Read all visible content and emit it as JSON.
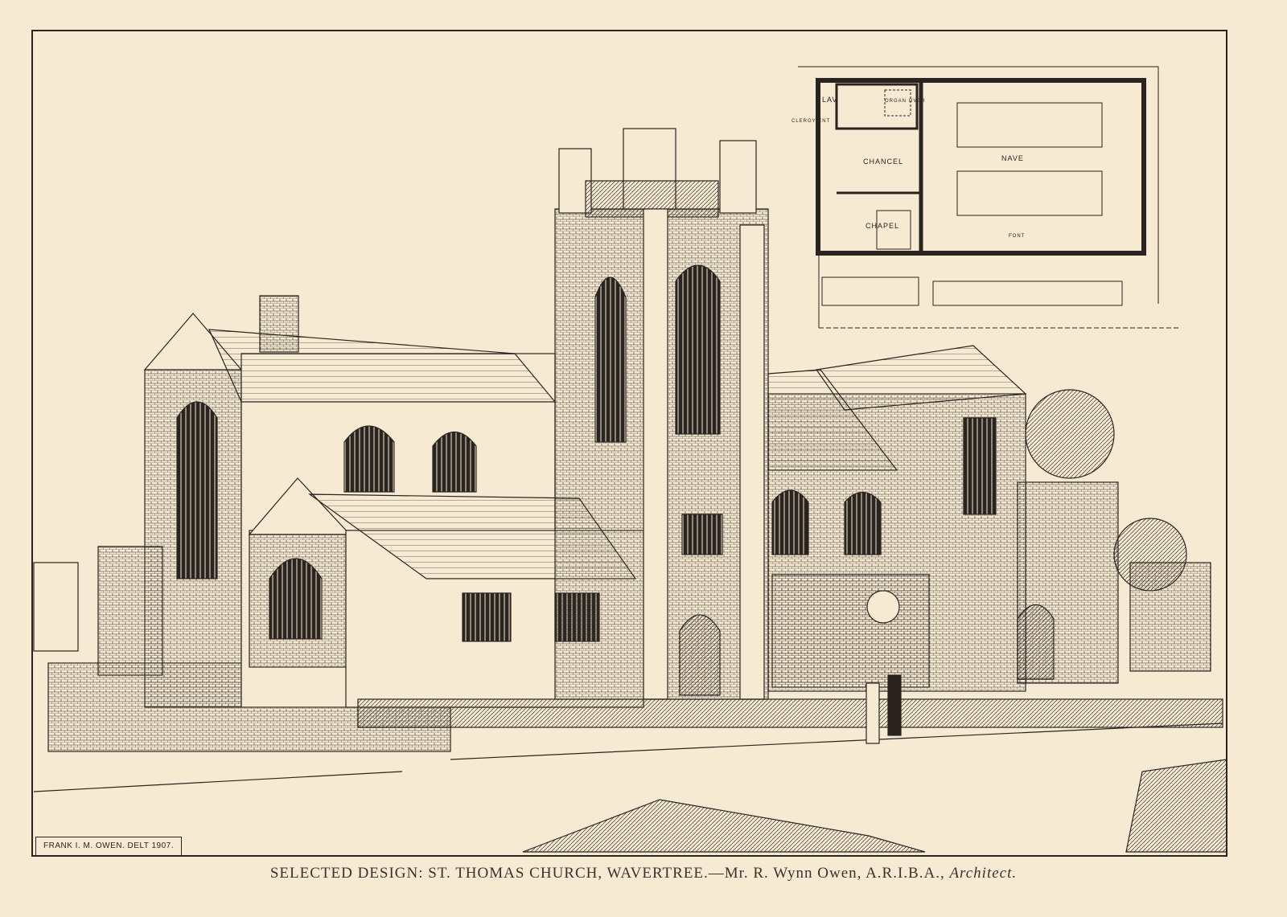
{
  "caption": {
    "main": "SELECTED DESIGN: ST. THOMAS CHURCH, WAVERTREE.—Mr. R. Wynn Owen, A.R.I.B.A.,",
    "role": "Architect."
  },
  "signature": "FRANK I. M. OWEN. DELT 1907.",
  "floor_plan": {
    "labels": {
      "lav": "LAV",
      "organ": "ORGAN OVER",
      "clergy": "CLERGY ENT",
      "chancel": "CHANCEL",
      "nave": "NAVE",
      "chapel": "CHAPEL",
      "font": "FONT"
    }
  },
  "colors": {
    "paper": "#f6ead2",
    "ink": "#2a2420"
  }
}
